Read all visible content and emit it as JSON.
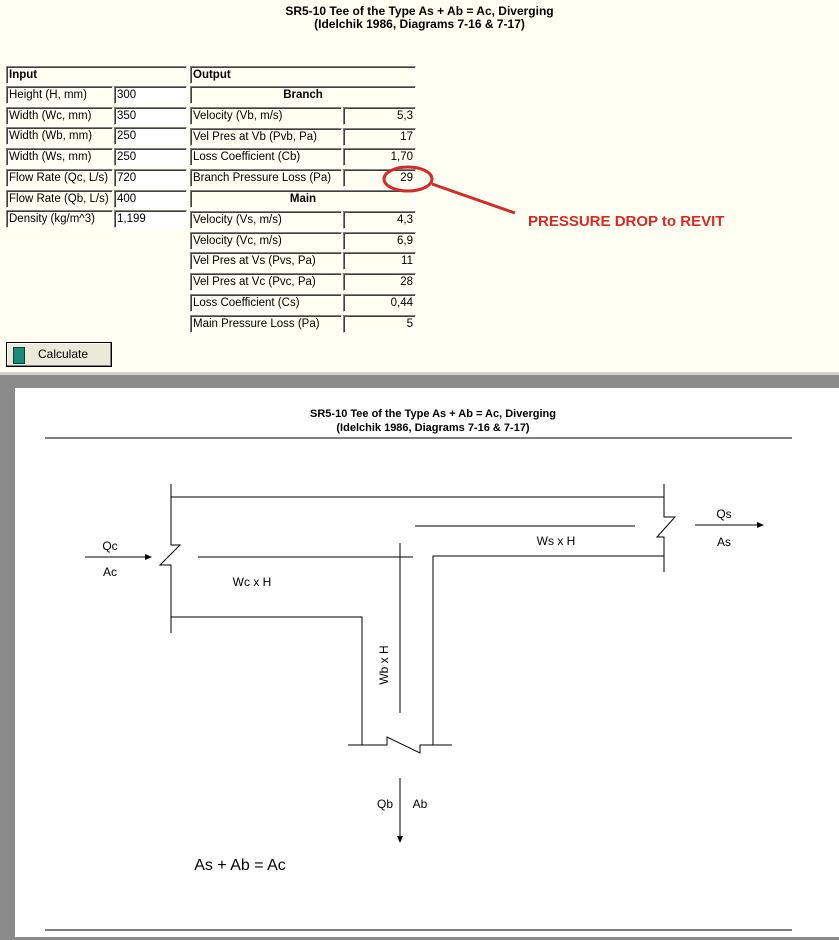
{
  "header": {
    "title": "SR5-10  Tee of the Type As + Ab = Ac, Diverging",
    "subtitle": "(Idelchik 1986, Diagrams 7-16 & 7-17)"
  },
  "input": {
    "heading": "Input",
    "rows": [
      {
        "label": "Height (H, mm)",
        "value": "300"
      },
      {
        "label": "Width (Wc, mm)",
        "value": "350"
      },
      {
        "label": "Width (Wb, mm)",
        "value": "250"
      },
      {
        "label": "Width (Ws, mm)",
        "value": "250"
      },
      {
        "label": "Flow Rate (Qc, L/s)",
        "value": "720"
      },
      {
        "label": "Flow Rate (Qb, L/s)",
        "value": "400"
      },
      {
        "label": "Density (kg/m^3)",
        "value": "1,199"
      }
    ]
  },
  "output": {
    "heading": "Output",
    "branch_heading": "Branch",
    "main_heading": "Main",
    "branch": [
      {
        "label": "Velocity (Vb, m/s)",
        "value": "5,3"
      },
      {
        "label": "Vel Pres at Vb (Pvb, Pa)",
        "value": "17"
      },
      {
        "label": "Loss Coefficient (Cb)",
        "value": "1,70"
      },
      {
        "label": "Branch Pressure Loss (Pa)",
        "value": "29"
      }
    ],
    "main": [
      {
        "label": "Velocity (Vs, m/s)",
        "value": "4,3"
      },
      {
        "label": "Velocity (Vc, m/s)",
        "value": "6,9"
      },
      {
        "label": "Vel Pres at Vs (Pvs, Pa)",
        "value": "11"
      },
      {
        "label": "Vel Pres at Vc (Pvc, Pa)",
        "value": "28"
      },
      {
        "label": "Loss Coefficient (Cs)",
        "value": "0,44"
      },
      {
        "label": "Main Pressure Loss (Pa)",
        "value": "5"
      }
    ]
  },
  "calculate_label": "Calculate",
  "annotation": {
    "text": "PRESSURE DROP to REVIT",
    "color": "#d42a2a"
  },
  "diagram": {
    "title": "SR5-10  Tee of the Type As + Ab = Ac, Diverging",
    "subtitle": "(Idelchik 1986, Diagrams 7-16 & 7-17)",
    "qc": "Qc",
    "ac": "Ac",
    "qs": "Qs",
    "as": "As",
    "qb": "Qb",
    "ab": "Ab",
    "wc": "Wc  x  H",
    "ws": "Ws  x  H",
    "wb": "Wb  x  H",
    "formula": "As  +  Ab  =  Ac"
  }
}
